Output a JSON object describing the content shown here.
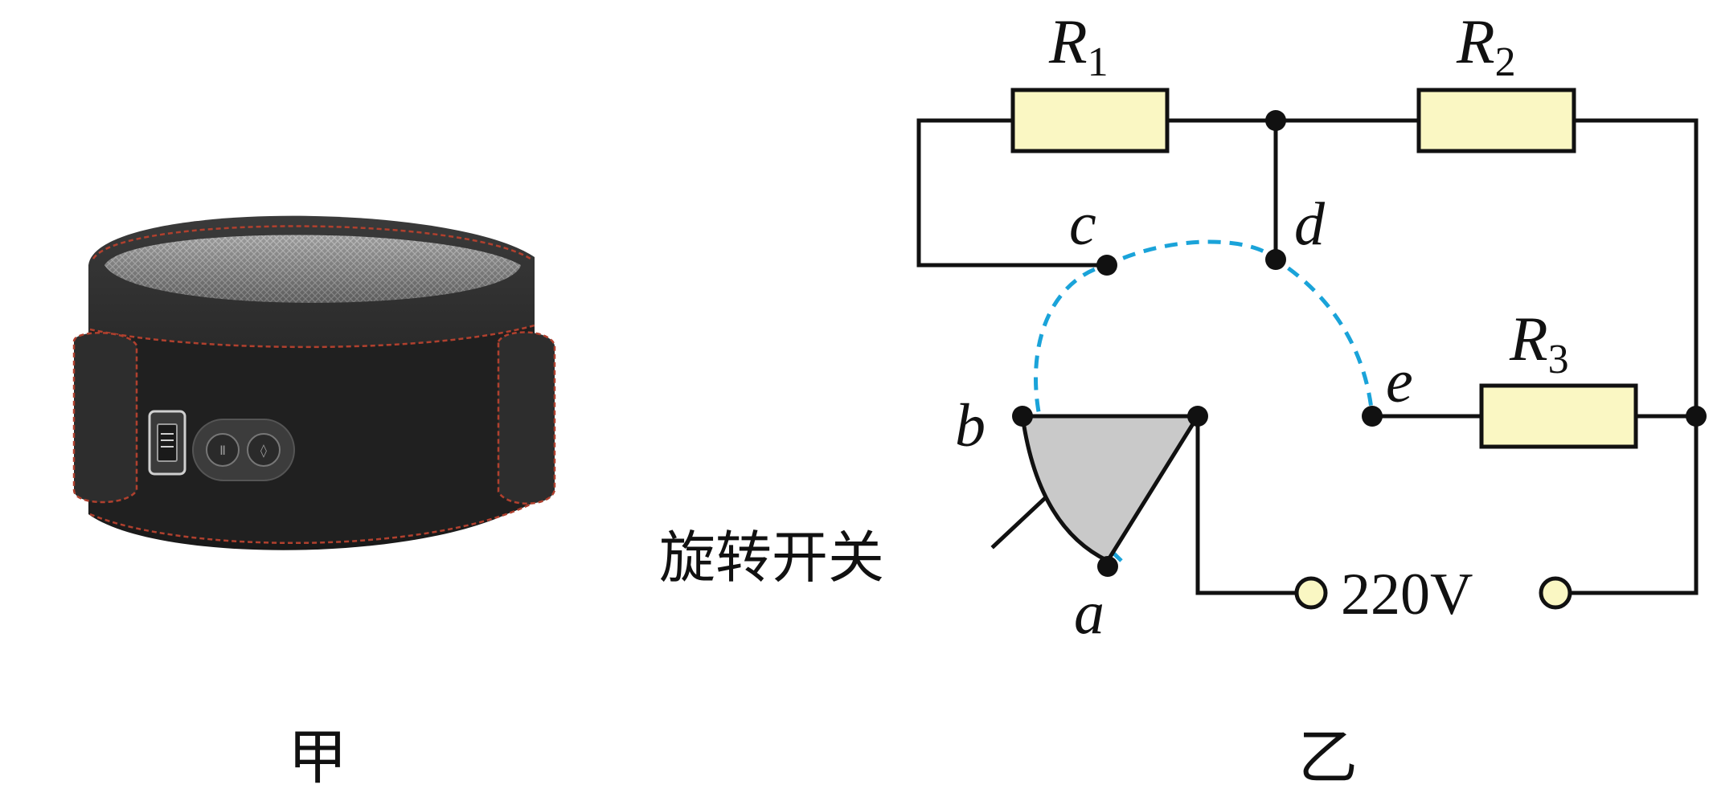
{
  "photo": {
    "caption": "甲",
    "button_glyph_1": "Ⅱ",
    "button_glyph_2": "◊"
  },
  "circuit": {
    "caption": "乙",
    "resistors": {
      "r1": {
        "letter": "R",
        "sub": "1"
      },
      "r2": {
        "letter": "R",
        "sub": "2"
      },
      "r3": {
        "letter": "R",
        "sub": "3"
      }
    },
    "contacts": {
      "a": "a",
      "b": "b",
      "c": "c",
      "d": "d",
      "e": "e"
    },
    "switch_label": "旋转开关",
    "voltage": "220V"
  },
  "colors": {
    "resistor_fill": "#FAF7C3",
    "dashed_arc": "#1AA3D9",
    "switch_fill": "#C9C9C9",
    "belt_body": "#2A2A2A",
    "belt_stitching": "#B0402E"
  }
}
